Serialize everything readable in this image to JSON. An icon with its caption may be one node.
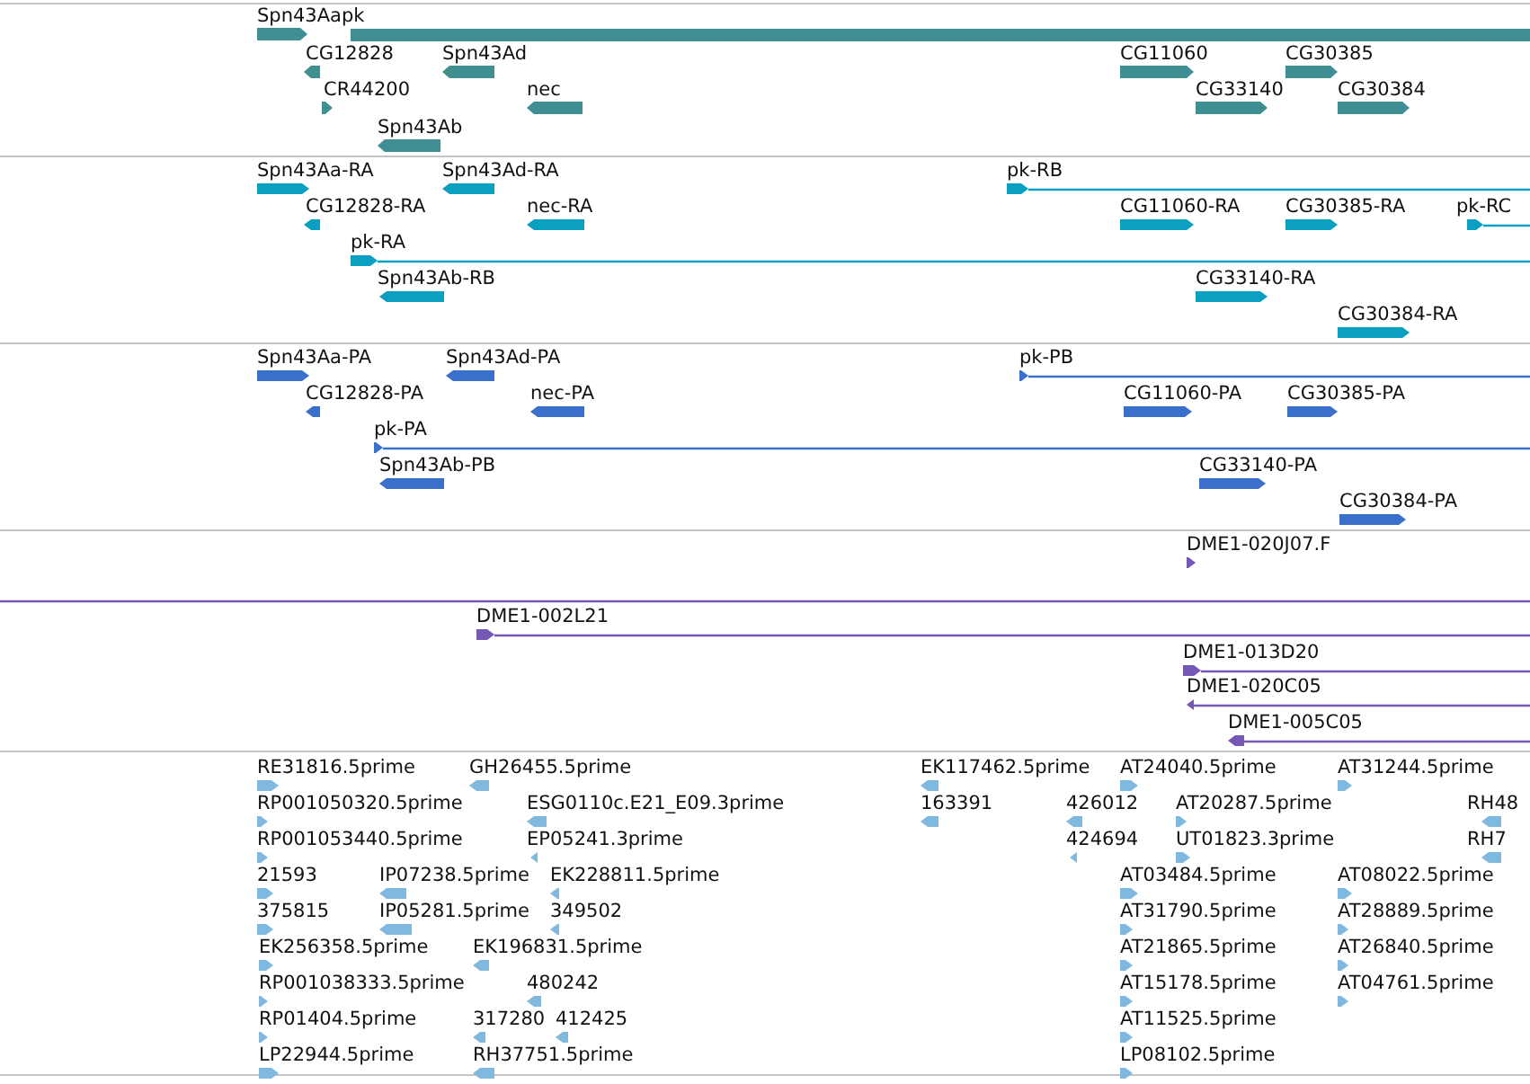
{
  "diagram": {
    "labels": [
      "Spn43Aapk",
      "CG12828",
      "Spn43Ad",
      "CG11060",
      "CG30385",
      "CR44200",
      "nec",
      "CG33140",
      "CG30384",
      "Spn43Ab",
      "Spn43Aa-RA",
      "Spn43Ad-RA",
      "pk-RB",
      "CG12828-RA",
      "nec-RA",
      "CG11060-RA",
      "CG30385-RA",
      "pk-RC",
      "pk-RA",
      "Spn43Ab-RB",
      "CG33140-RA",
      "CG30384-RA",
      "Spn43Aa-PA",
      "Spn43Ad-PA",
      "pk-PB",
      "CG12828-PA",
      "nec-PA",
      "CG11060-PA",
      "CG30385-PA",
      "pk-PA",
      "Spn43Ab-PB",
      "CG33140-PA",
      "CG30384-PA",
      "DME1-020J07.F",
      "DME1-002L21",
      "DME1-013D20",
      "DME1-020C05",
      "DME1-005C05",
      "RE31816.5prime",
      "GH26455.5prime",
      "EK117462.5prime",
      "AT24040.5prime",
      "AT31244.5prime",
      "RP001050320.5prime",
      "ESG0110c.E21_E09.3prime",
      "163391",
      "426012",
      "AT20287.5prime",
      "RH48",
      "RP001053440.5prime",
      "EP05241.3prime",
      "424694",
      "UT01823.3prime",
      "RH7",
      "21593",
      "IP07238.5prime",
      "EK228811.5prime",
      "AT03484.5prime",
      "AT08022.5prime",
      "375815",
      "IP05281.5prime",
      "349502",
      "AT31790.5prime",
      "AT28889.5prime",
      "EK256358.5prime",
      "EK196831.5prime",
      "AT21865.5prime",
      "AT26840.5prime",
      "RP001038333.5prime",
      "480242",
      "AT15178.5prime",
      "AT04761.5prime",
      "RP01404.5prime",
      "317280",
      "412425",
      "AT11525.5prime",
      "LP22944.5prime",
      "RH37751.5prime",
      "LP08102.5prime"
    ]
  }
}
